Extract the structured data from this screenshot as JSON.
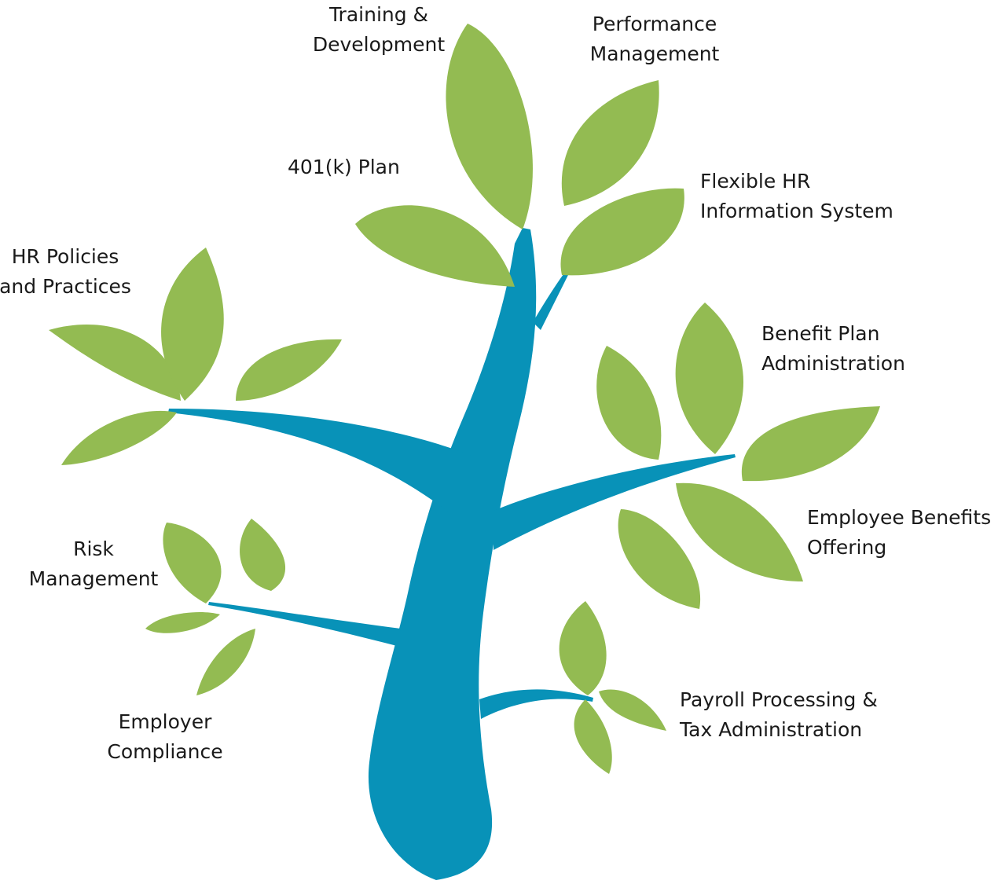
{
  "colors": {
    "leaf": "#93bb52",
    "trunk": "#0892b8",
    "text": "#1a1a1a"
  },
  "labels": {
    "training": [
      "Training &",
      "Development"
    ],
    "performance": [
      "Performance",
      "Management"
    ],
    "plan401k": [
      "401(k) Plan"
    ],
    "hris": [
      "Flexible HR",
      "Information System"
    ],
    "policies": [
      "HR Policies",
      "and Practices"
    ],
    "benefit_admin": [
      "Benefit Plan",
      "Administration"
    ],
    "benefits_offering": [
      "Employee Benefits",
      "Offering"
    ],
    "risk": [
      "Risk",
      "Management"
    ],
    "payroll": [
      "Payroll Processing &",
      "Tax Administration"
    ],
    "compliance": [
      "Employer",
      "Compliance"
    ]
  }
}
